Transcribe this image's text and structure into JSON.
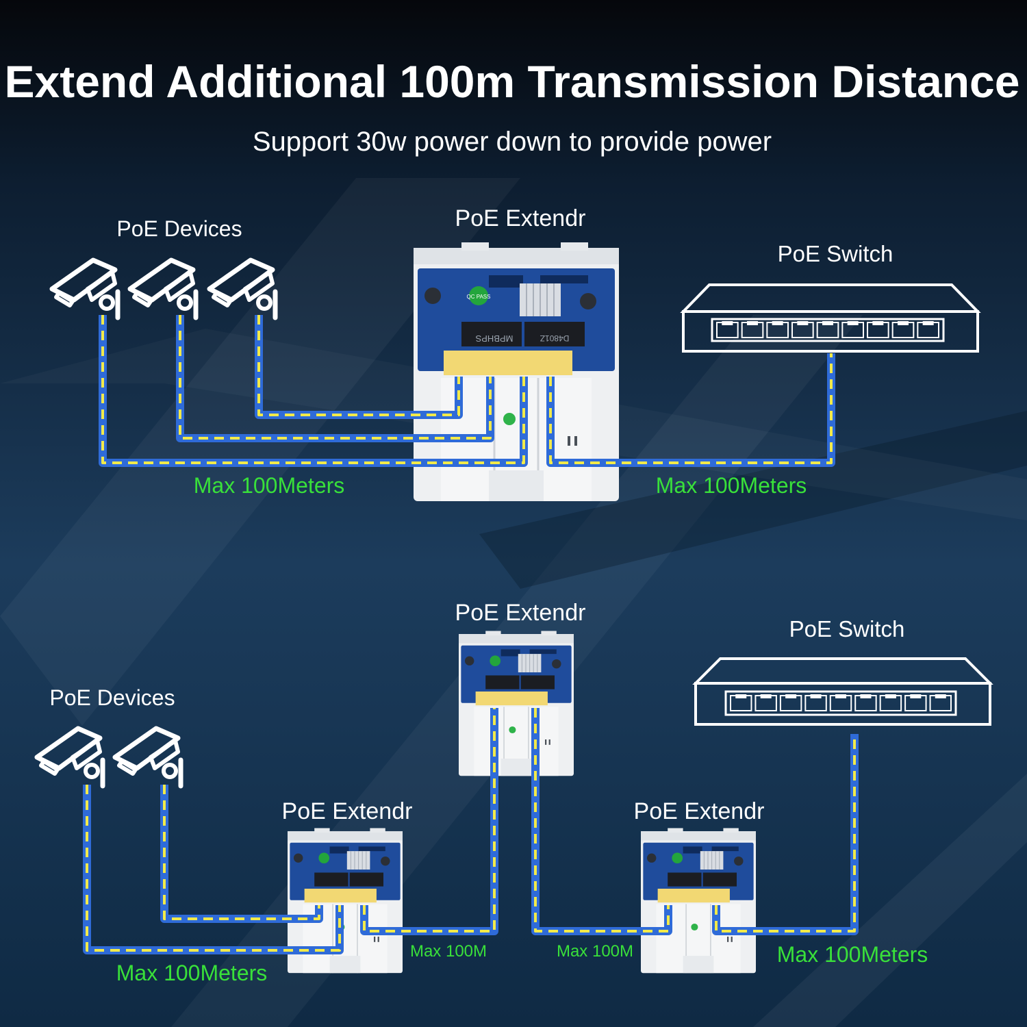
{
  "header": {
    "title": "Extend Additional 100m Transmission Distance",
    "subtitle": "Support 30w power down to provide power"
  },
  "diagram_top": {
    "devices_label": "PoE Devices",
    "extender_label": "PoE Extendr",
    "switch_label": "PoE Switch",
    "left_distance": "Max 100Meters",
    "right_distance": "Max 100Meters",
    "camera_count": 3
  },
  "diagram_bottom": {
    "devices_label": "PoE Devices",
    "extender_top_label": "PoE Extendr",
    "extender_left_label": "PoE Extendr",
    "extender_right_label": "PoE Extendr",
    "switch_label": "PoE Switch",
    "distance_left": "Max 100Meters",
    "distance_mid_left": "Max 100M",
    "distance_mid_right": "Max 100M",
    "distance_right": "Max 100Meters",
    "camera_count": 2
  },
  "board_text": {
    "chip_mark": "MPBHPS",
    "chip_code": "D4801Z",
    "badge": "QC PASS"
  },
  "colors": {
    "background_dark": "#0a1a2c",
    "background_mid": "#1d3d5e",
    "cable_blue": "#2f6bd8",
    "cable_dash": "#f2ea4a",
    "distance_text": "#39e03a",
    "label_text": "#ffffff",
    "board_blue": "#1f4c9c",
    "connector_yellow": "#f2d873"
  }
}
